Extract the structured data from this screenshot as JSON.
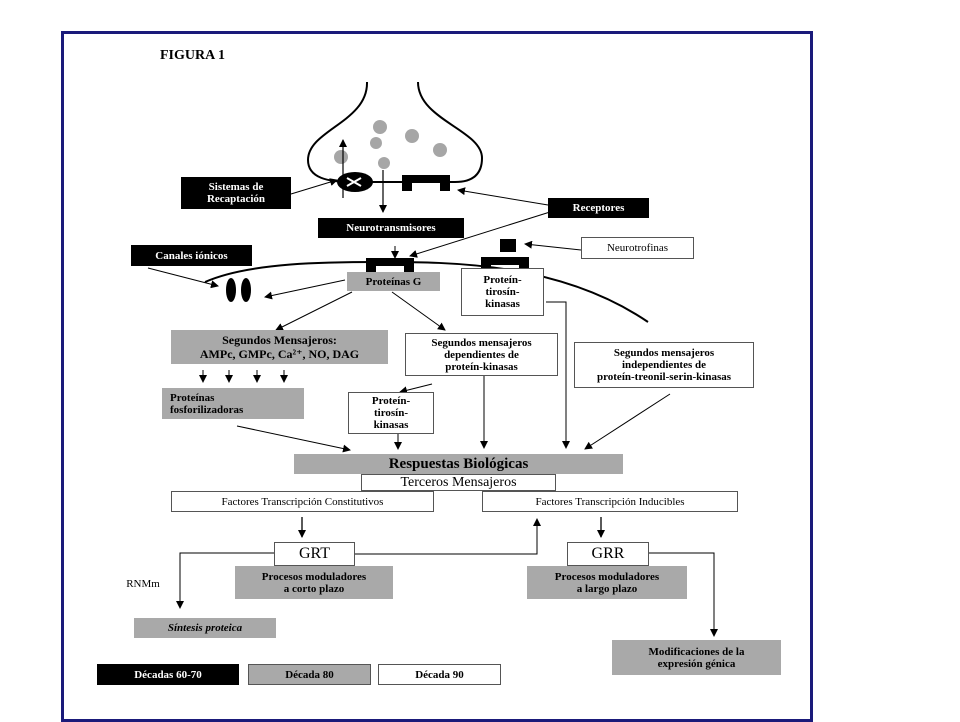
{
  "figure_title": "FIGURA 1",
  "labels": {
    "sistemas_recaptacion": [
      "Sistemas de",
      "Recaptación"
    ],
    "receptores": "Receptores",
    "neurotransmisores": "Neurotransmisores",
    "neurotrofinas": "Neurotrofinas",
    "canales_ionicos": "Canales iónicos",
    "proteinas_g": "Proteínas G",
    "protein_tirosin_kinasas_top": [
      "Proteín-",
      "tirosín-",
      "kinasas"
    ],
    "segundos_mensajeros": [
      "Segundos Mensajeros:",
      "AMPc, GMPc, Ca²⁺, NO, DAG"
    ],
    "sm_dependientes": [
      "Segundos mensajeros",
      "dependientes de",
      "proteín-kinasas"
    ],
    "sm_independientes": [
      "Segundos mensajeros",
      "independientes de",
      "proteín-treonil-serin-kinasas"
    ],
    "proteinas_fosforilizadoras": [
      "Proteínas",
      "fosforilizadoras"
    ],
    "protein_tirosin_kinasas_mid": [
      "Proteín-",
      "tirosín-",
      "kinasas"
    ],
    "respuestas_biologicas": "Respuestas Biológicas",
    "terceros_mensajeros": "Terceros Mensajeros",
    "ft_constitutivos": "Factores Transcripción Constitutivos",
    "ft_inducibles": "Factores Transcripción Inducibles",
    "grt": "GRT",
    "grr": "GRR",
    "procesos_corto": [
      "Procesos moduladores",
      "a corto plazo"
    ],
    "procesos_largo": [
      "Procesos moduladores",
      "a largo plazo"
    ],
    "rnmm": "RNMm",
    "sintesis_proteica": "Síntesis proteica",
    "modificaciones": [
      "Modificaciones de la",
      "expresión génica"
    ]
  },
  "legend": [
    {
      "label": "Décadas 60-70",
      "color": "#000000"
    },
    {
      "label": "Década 80",
      "color": "#a9a9a9"
    },
    {
      "label": "Década 90",
      "color": "#ffffff"
    }
  ],
  "colors": {
    "border": "#1a1a7a",
    "black_box": "#000000",
    "gray_box": "#a9a9a9",
    "vesicle": "#a6a6a6"
  }
}
